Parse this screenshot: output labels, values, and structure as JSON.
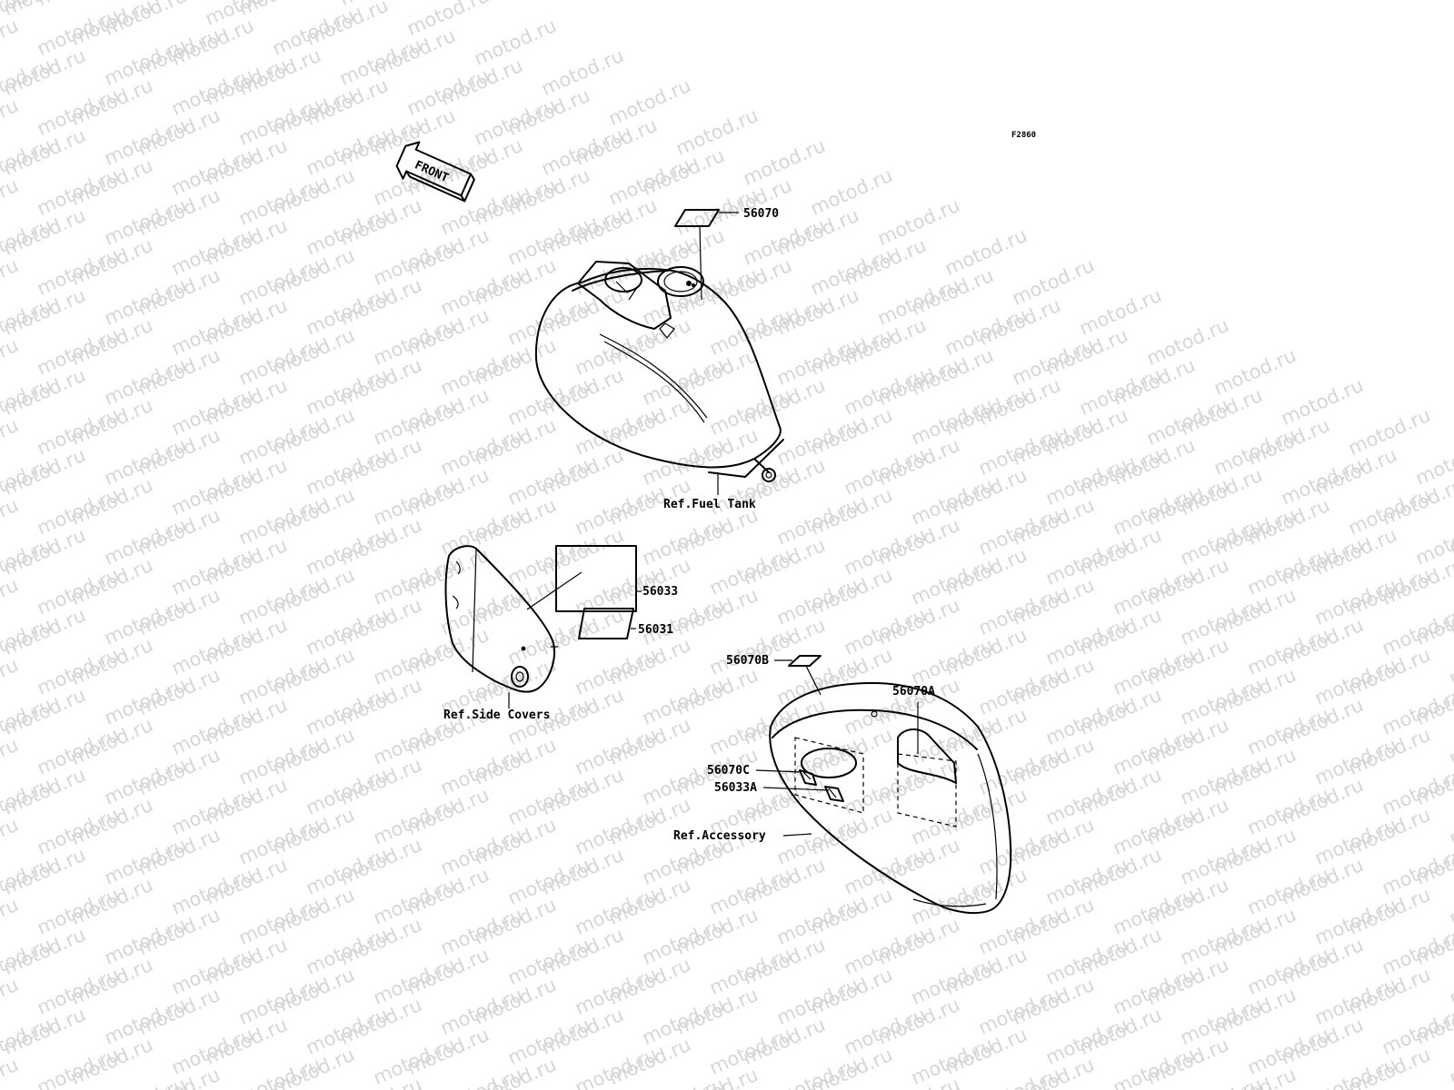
{
  "watermark": "motod.ru",
  "figure_code": "F2860",
  "front_arrow": "FRONT",
  "callouts": {
    "p56070": "56070",
    "ref_fuel_tank": "Ref.Fuel Tank",
    "p56033": "56033",
    "p56031": "56031",
    "ref_side_covers": "Ref.Side Covers",
    "p56070b": "56070B",
    "p56070a": "56070A",
    "p56070c": "56070C",
    "p56033a": "56033A",
    "ref_accessory": "Ref.Accessory"
  }
}
